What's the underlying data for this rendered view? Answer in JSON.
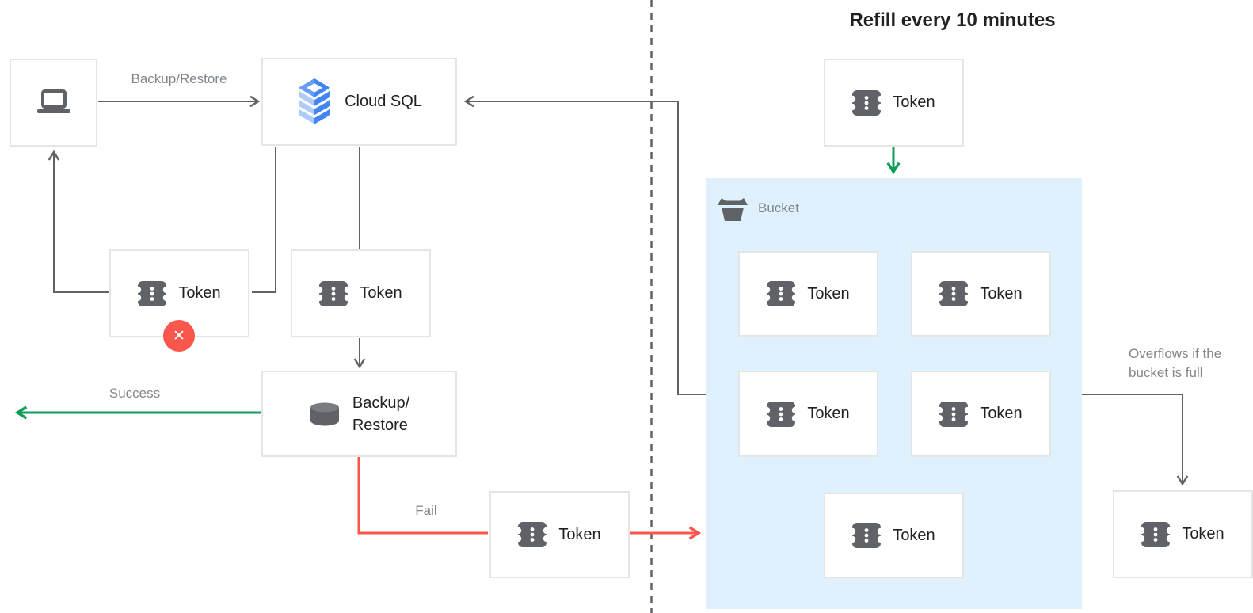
{
  "title": "Refill every 10 minutes",
  "labels": {
    "cloud_sql": "Cloud SQL",
    "backup_restore_line1": "Backup/",
    "backup_restore_line2": "Restore",
    "token": "Token",
    "bucket": "Bucket",
    "request_edge": "Backup/Restore",
    "success_edge": "Success",
    "fail_edge": "Fail",
    "overflow_note_line1": "Overflows if the",
    "overflow_note_line2": "bucket is full"
  },
  "bucket": {
    "label": "Bucket",
    "tokens_inside": 5
  },
  "icons": {
    "laptop": "laptop",
    "token": "ticket-shape",
    "database": "database-cylinder",
    "bucket": "bucket",
    "cloud_sql": "isometric-layer-stack",
    "error_badge_glyph": "✕"
  },
  "colors": {
    "success_green": "#0f9d58",
    "fail_red": "#f9564c",
    "connector_gray": "#5f6368",
    "icon_gray": "#5f6368",
    "bucket_background": "#def1fc",
    "node_border": "#e5e5e5",
    "label_gray": "#80868b",
    "text_dark": "#202124",
    "cloud_sql_blue": "#4285f4",
    "cloud_sql_light_blue": "#aecbfa"
  }
}
